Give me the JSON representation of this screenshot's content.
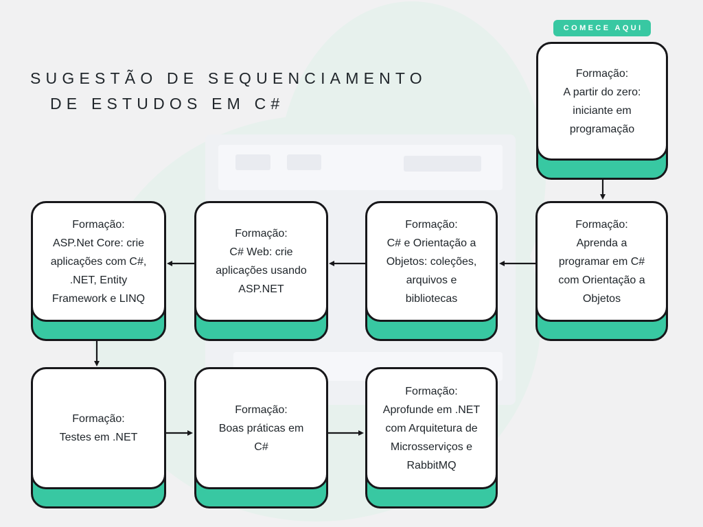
{
  "title": {
    "line1": "SUGESTÃO DE SEQUENCIAMENTO",
    "line2": "DE ESTUDOS EM C#"
  },
  "badge": {
    "label": "COMECE AQUI"
  },
  "cards": [
    {
      "id": "a-partir-do-zero",
      "text": "Formação:\nA partir do zero:\niniciante em\nprogramação"
    },
    {
      "id": "aprenda-a-programar",
      "text": "Formação:\nAprenda a\nprogramar em C#\ncom Orientação a\nObjetos"
    },
    {
      "id": "oo-colecoes",
      "text": "Formação:\nC# e Orientação a\nObjetos: coleções,\narquivos e\nbibliotecas"
    },
    {
      "id": "csharp-web",
      "text": "Formação:\nC# Web: crie\naplicações usando\nASP.NET"
    },
    {
      "id": "aspnet-core",
      "text": "Formação:\nASP.Net Core: crie\naplicações com C#,\n.NET, Entity\nFramework e LINQ"
    },
    {
      "id": "testes-net",
      "text": "Formação:\nTestes em .NET"
    },
    {
      "id": "boas-praticas",
      "text": "Formação:\nBoas práticas em\nC#"
    },
    {
      "id": "microsservicos",
      "text": "Formação:\nAprofunde em .NET\ncom Arquitetura de\nMicrosserviços e\nRabbitMQ"
    }
  ],
  "flow": [
    {
      "from": "a-partir-do-zero",
      "to": "aprenda-a-programar"
    },
    {
      "from": "aprenda-a-programar",
      "to": "oo-colecoes"
    },
    {
      "from": "oo-colecoes",
      "to": "csharp-web"
    },
    {
      "from": "csharp-web",
      "to": "aspnet-core"
    },
    {
      "from": "aspnet-core",
      "to": "testes-net"
    },
    {
      "from": "testes-net",
      "to": "boas-praticas"
    },
    {
      "from": "boas-praticas",
      "to": "microsservicos"
    }
  ],
  "colors": {
    "teal": "#38c8a2",
    "border": "#17171a",
    "ink": "#20262b",
    "bg": "#f1f1f2",
    "mint": "#e7f1ed",
    "wf-outer": "#eff1f4",
    "wf-band": "#f6f7fa",
    "wf-block": "#e9ebf0"
  }
}
